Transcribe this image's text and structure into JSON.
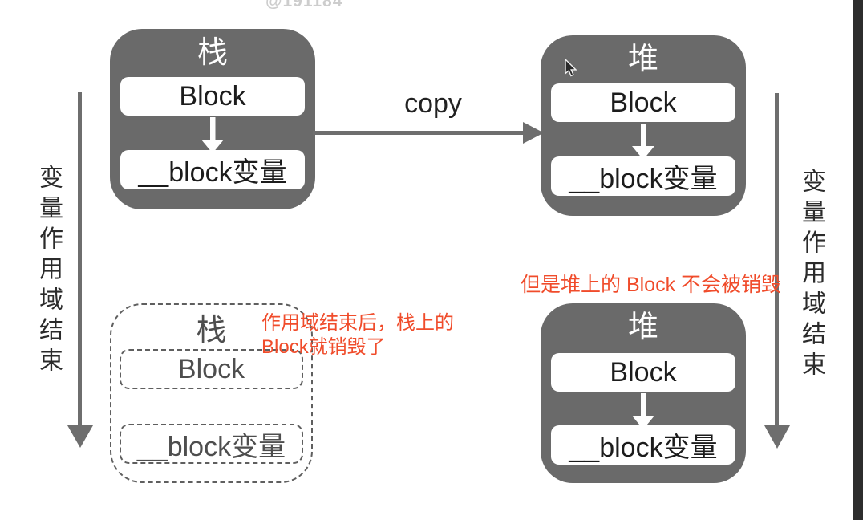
{
  "watermark": "@191184",
  "diagram": {
    "top_left_box": {
      "title": "栈",
      "cells": [
        "Block",
        "__block变量"
      ]
    },
    "top_right_box": {
      "title": "堆",
      "cells": [
        "Block",
        "__block变量"
      ]
    },
    "bottom_left_box": {
      "title": "栈",
      "cells": [
        "Block",
        "__block变量"
      ]
    },
    "bottom_right_box": {
      "title": "堆",
      "cells": [
        "Block",
        "__block变量"
      ]
    },
    "copy_label": "copy",
    "left_scope_label": "变量作用域结束",
    "right_scope_label": "变量作用域结束",
    "annotations": {
      "stack_destroyed_line1": "作用域结束后，栈上的",
      "stack_destroyed_line2": "Block就销毁了",
      "heap_not_destroyed": "但是堆上的 Block 不会被销毁"
    }
  },
  "colors": {
    "box_gray": "#6a6a6a",
    "annotation_red": "#f04c2b",
    "dashed_gray": "#5f5f5f",
    "edge_bar_black": "#2d2d2d",
    "watermark_gray": "#cdcdcd"
  }
}
